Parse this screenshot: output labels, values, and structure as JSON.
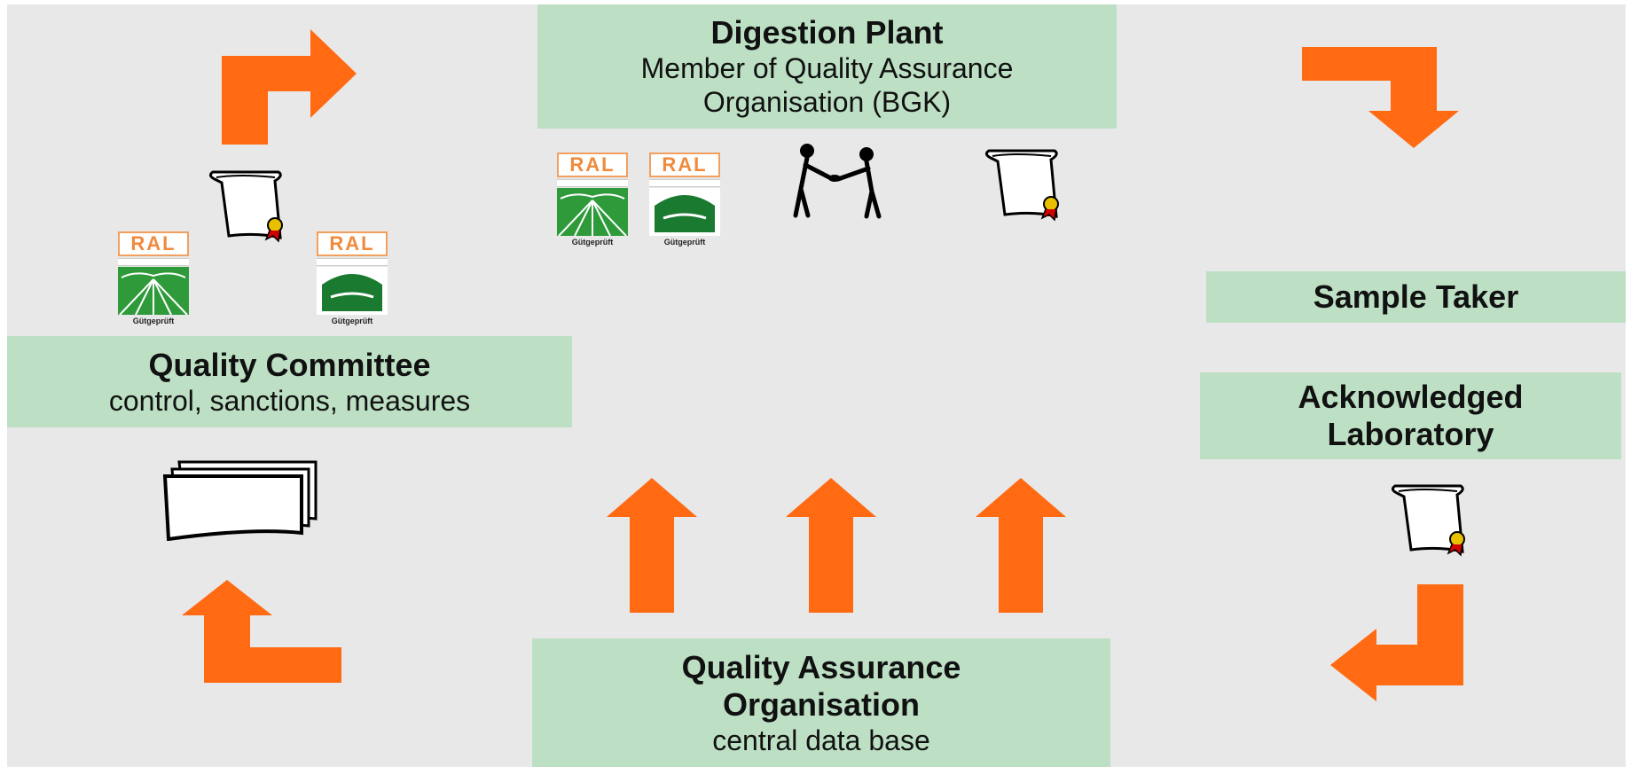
{
  "digestion_plant": {
    "title": "Digestion Plant",
    "subtitle_line1": "Member of Quality Assurance",
    "subtitle_line2": "Organisation (BGK)"
  },
  "quality_committee": {
    "title": "Quality Committee",
    "subtitle": "control, sanctions, measures"
  },
  "sample_taker": {
    "title": "Sample Taker"
  },
  "acknowledged_laboratory": {
    "title_line1": "Acknowledged",
    "title_line2": "Laboratory"
  },
  "qa_organisation": {
    "title_line1": "Quality Assurance",
    "title_line2": "Organisation",
    "subtitle": "central data base"
  },
  "ral_badge": {
    "label": "RAL",
    "caption_a": "Gütgeprüft",
    "caption_b": "Gütgeprüft"
  },
  "colors": {
    "arrow": "#ff6a13",
    "box": "#bde0c5",
    "background": "#e8e8e8",
    "ral_orange": "#f08a3c",
    "ral_green": "#2e9a3a"
  },
  "icons": [
    "certificate-scroll-icon",
    "handshake-icon",
    "document-stack-icon",
    "ral-quality-seal-icon"
  ]
}
